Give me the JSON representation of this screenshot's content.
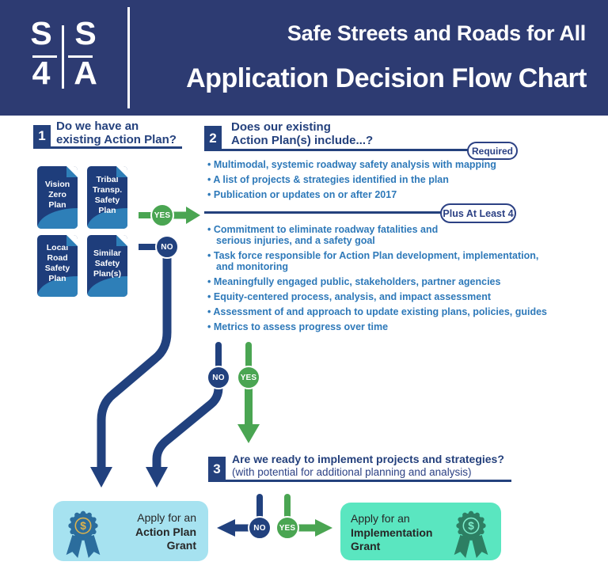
{
  "header": {
    "logo": {
      "tl": "S",
      "tr": "S",
      "bl": "4",
      "br": "A"
    },
    "title_line1": "Safe Streets and Roads for All",
    "title_line2": "Application Decision Flow Chart"
  },
  "steps": {
    "one": {
      "number": "1",
      "title": "Do we have an\nexisting Action Plan?"
    },
    "two": {
      "number": "2",
      "title": "Does our existing\nAction Plan(s) include...?",
      "required_label": "Required",
      "required_bullets": [
        "Multimodal, systemic roadway safety analysis with mapping",
        "A list of projects & strategies identified in the plan",
        "Publication or updates on or after 2017"
      ],
      "plus_label": "Plus At Least 4",
      "plus_bullets": [
        "Commitment to eliminate roadway fatalities and\nserious injuries, and a safety goal",
        "Task force responsible for Action Plan development, implementation,\nand monitoring",
        "Meaningfully engaged public, stakeholders, partner agencies",
        "Equity-centered process, analysis, and impact assessment",
        "Assessment of and approach to update existing plans, policies, guides",
        "Metrics to assess progress over time"
      ]
    },
    "three": {
      "number": "3",
      "title": "Are we ready to implement projects and strategies?",
      "subtitle": "(with potential for additional planning and analysis)"
    }
  },
  "plans": [
    {
      "label": "Vision\nZero\nPlan"
    },
    {
      "label": "Tribal\nTransp.\nSafety\nPlan"
    },
    {
      "label": "Local\nRoad\nSafety\nPlan"
    },
    {
      "label": "Similar\nSafety\nPlan(s)"
    }
  ],
  "decisions": {
    "yes": "YES",
    "no": "NO"
  },
  "outcomes": {
    "action": {
      "line1": "Apply for an",
      "line2": "Action Plan",
      "line3": "Grant",
      "icon": "award-ribbon-dollar"
    },
    "implementation": {
      "line1": "Apply for an",
      "line2": "Implementation",
      "line3": "Grant",
      "icon": "award-ribbon-dollar"
    }
  },
  "colors": {
    "header_bg": "#2d3b72",
    "navy": "#21417e",
    "flow_green": "#4aa552",
    "bullet_blue": "#2e79b9",
    "card_navy": "#1e3d7b",
    "card_accent": "#2e7fb8",
    "action_box_bg": "#a6e2f0",
    "implementation_box_bg": "#5ae6c0",
    "action_ribbon": "#2b6d9d",
    "implementation_ribbon": "#2d7f63",
    "dollar_gold": "#deb34c"
  }
}
